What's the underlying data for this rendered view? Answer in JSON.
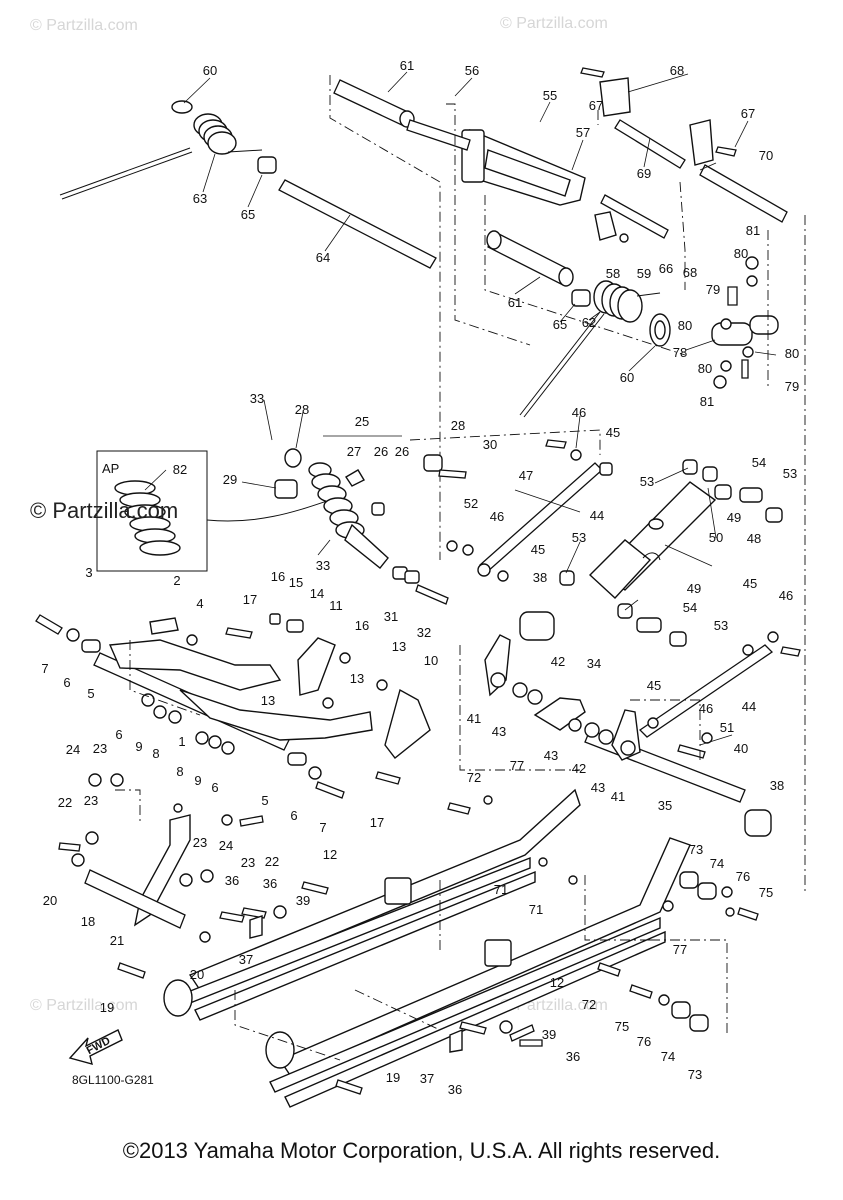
{
  "diagram": {
    "drawing_code": "8GL1100-G281",
    "copyright": "©2013 Yamaha Motor Corporation, U.S.A. All rights reserved.",
    "watermark": "© Partzilla.com",
    "inset_label": "AP",
    "fwd_label": "FWD",
    "callouts": [
      "1",
      "2",
      "3",
      "4",
      "5",
      "6",
      "7",
      "8",
      "9",
      "10",
      "11",
      "12",
      "13",
      "14",
      "15",
      "16",
      "17",
      "18",
      "19",
      "20",
      "21",
      "22",
      "23",
      "24",
      "25",
      "26",
      "27",
      "28",
      "29",
      "30",
      "31",
      "32",
      "33",
      "34",
      "35",
      "36",
      "37",
      "38",
      "39",
      "40",
      "41",
      "42",
      "43",
      "44",
      "45",
      "46",
      "47",
      "48",
      "49",
      "50",
      "51",
      "52",
      "53",
      "54",
      "55",
      "56",
      "57",
      "58",
      "59",
      "60",
      "61",
      "62",
      "63",
      "64",
      "65",
      "66",
      "67",
      "68",
      "69",
      "70",
      "71",
      "72",
      "73",
      "74",
      "75",
      "76",
      "77",
      "78",
      "79",
      "80",
      "81",
      "82"
    ]
  }
}
